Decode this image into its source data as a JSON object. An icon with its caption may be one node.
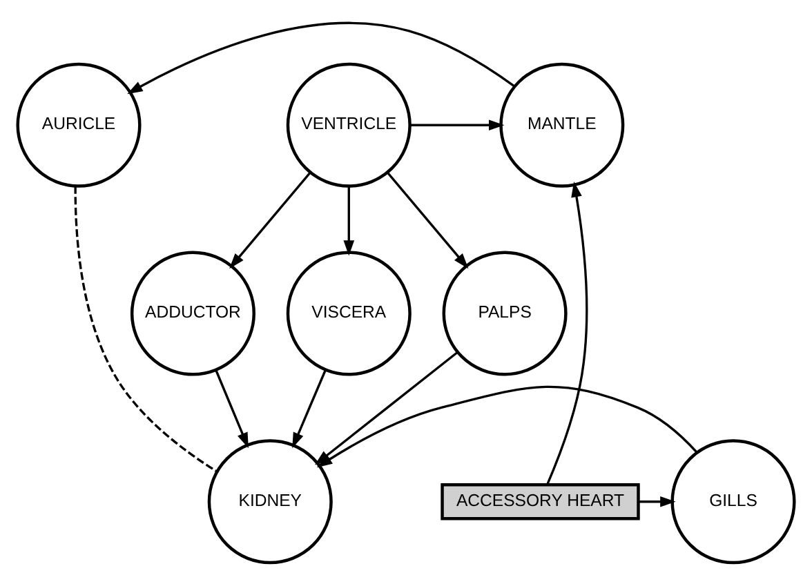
{
  "diagram": {
    "nodes": [
      {
        "text": [
          "AURICLE"
        ]
      },
      {
        "text": [
          "VENTRICLE"
        ]
      },
      {
        "text": [
          "MANTLE"
        ]
      },
      {
        "text": [
          "ADDUCTOR"
        ]
      },
      {
        "text": [
          "VISCERA"
        ]
      },
      {
        "text": [
          "PALPS"
        ]
      },
      {
        "text": [
          "GILLS"
        ]
      },
      {
        "text": [
          "KIDNEY"
        ]
      },
      {
        "text": [
          "ACCESSORY HEART"
        ]
      }
    ],
    "edges": [
      {
        "from": 2,
        "to": 0,
        "arrow": "to"
      },
      {
        "from": 1,
        "to": 2,
        "arrow": "to"
      },
      {
        "from": 1,
        "to": 3,
        "arrow": "to"
      },
      {
        "from": 1,
        "to": 4,
        "arrow": "to"
      },
      {
        "from": 1,
        "to": 5,
        "arrow": "to"
      },
      {
        "from": 3,
        "to": 7,
        "arrow": "to"
      },
      {
        "from": 4,
        "to": 7,
        "arrow": "to"
      },
      {
        "from": 5,
        "to": 7,
        "arrow": "to"
      },
      {
        "from": 6,
        "to": 7,
        "arrow": "to"
      },
      {
        "from": 0,
        "to": 7,
        "arrow": "none",
        "style": "dashed"
      },
      {
        "from": 8,
        "to": 6,
        "arrow": "to"
      },
      {
        "from": 8,
        "to": 2,
        "arrow": "to"
      }
    ]
  }
}
